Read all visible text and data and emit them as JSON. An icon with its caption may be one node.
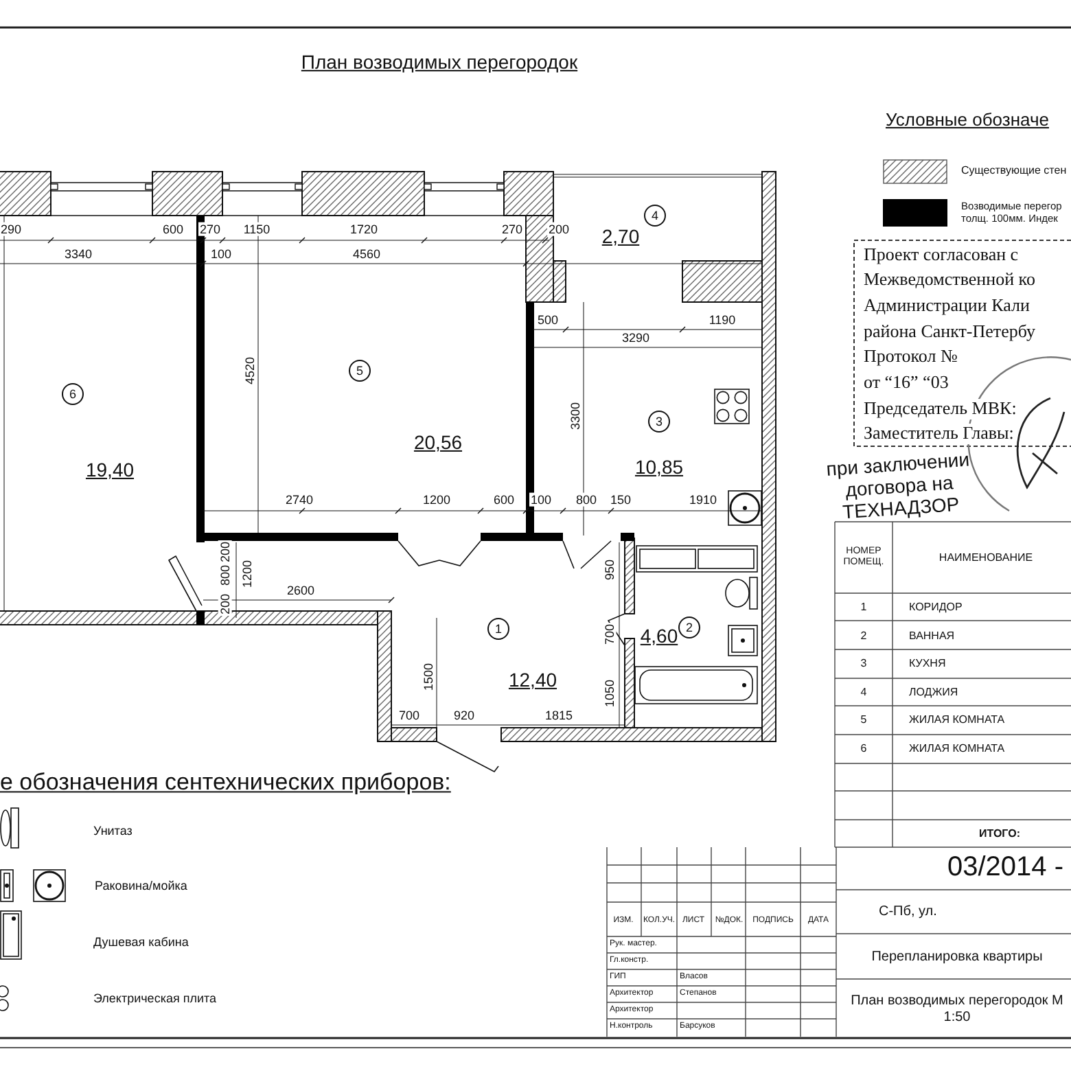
{
  "diagram": {
    "title": "План возводимых перегородок",
    "nodes": [
      {
        "text": [
          "2,70",
          "4"
        ]
      },
      {
        "text": [
          "6",
          "19,40"
        ]
      },
      {
        "text": [
          "5",
          "20,56"
        ]
      },
      {
        "text": [
          "3",
          "10,85"
        ]
      },
      {
        "text": [
          "1",
          "12,40"
        ]
      },
      {
        "text": [
          "4,60",
          "2"
        ]
      }
    ],
    "labels": [
      "Условные обозначе",
      "290",
      "600",
      "270",
      "1150",
      "1720",
      "270",
      "200",
      "3340",
      "100",
      "4560",
      "500",
      "3290",
      "1190",
      "4520",
      "3300",
      "2740",
      "1200",
      "600",
      "100",
      "800",
      "150",
      "1910",
      "200",
      "800",
      "1200",
      "950",
      "2600",
      "200",
      "700",
      "1500",
      "1050",
      "700",
      "920",
      "1815",
      "Проект согласован с",
      "Межведомственной ко",
      "Администрации Кали",
      "района Санкт-Петербу",
      "Протокол №",
      "от “16” “03",
      "Председатель МВК:",
      "Заместитель Главы:",
      "при заключении договора на ТЕХНАДЗОР",
      "НОМЕР ПОМЕЩ.",
      "НАИМЕНОВАНИЕ",
      "1",
      "КОРИДОР",
      "2",
      "ВАННАЯ",
      "3",
      "КУХНЯ",
      "4",
      "ЛОДЖИЯ",
      "5",
      "ЖИЛАЯ КОМНАТА",
      "6",
      "ЖИЛАЯ КОМНАТА",
      "ИТОГО:",
      "03/2014 -",
      "ИЗМ.",
      "КОЛ.УЧ.",
      "ЛИСТ",
      "№ДОК.",
      "ПОДПИСЬ",
      "ДАТА",
      "Рук. мастер.",
      "Гл.констр.",
      "ГИП",
      "Власов",
      "Архитектор",
      "Степанов",
      "Архитектор",
      "Н.контроль",
      "Барсуков",
      "С-Пб, ул.",
      "Перепланировка квартиры",
      "План возводимых перегородок М 1:50",
      "е обозначения сентехнических приборов:"
    ],
    "legend": [
      {
        "text": "Существующие стен"
      },
      {
        "text": "Возводимые перегор толщ. 100мм. Индек",
        "color": "#000000"
      },
      {
        "text": "Унитаз"
      },
      {
        "text": "Раковина/мойка"
      },
      {
        "text": "Душевая кабина"
      },
      {
        "text": "Электрическая плита"
      }
    ]
  }
}
